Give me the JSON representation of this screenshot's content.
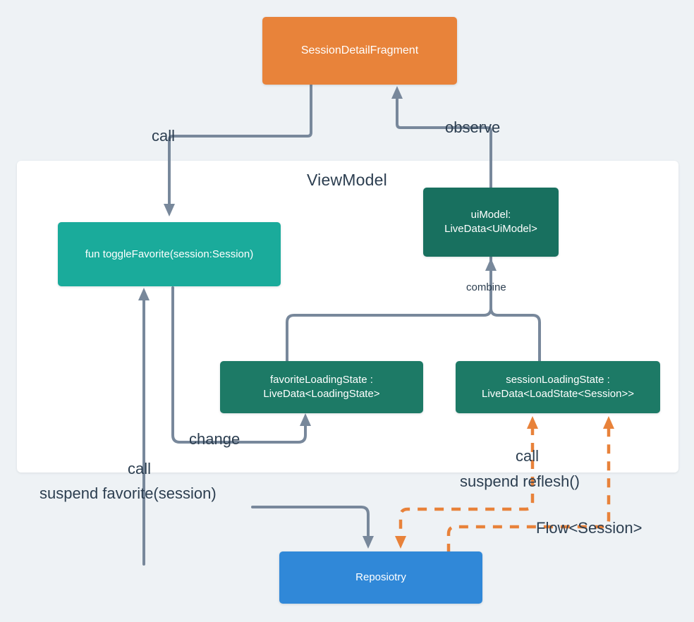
{
  "diagram": {
    "title": "Android ViewModel data flow diagram",
    "background_color": "#eef2f5",
    "panel": {
      "label": "ViewModel",
      "background_color": "#ffffff"
    },
    "nodes": {
      "fragment": {
        "label": "SessionDetailFragment",
        "color": "#e8833a"
      },
      "toggle_favorite": {
        "label": "fun toggleFavorite(session:Session)",
        "color": "#1aab9b"
      },
      "ui_model": {
        "label": "uiModel:\nLiveData<UiModel>",
        "color": "#18705f"
      },
      "favorite_loading_state": {
        "label": "favoriteLoadingState :\nLiveData<LoadingState>",
        "color": "#1d7a66"
      },
      "session_loading_state": {
        "label": "sessionLoadingState :\nLiveData<LoadState<Session>>",
        "color": "#1d7a66"
      },
      "repository": {
        "label": "Reposiotry",
        "color": "#3088d8"
      }
    },
    "edges": {
      "call_top": "call",
      "observe": "observe",
      "combine": "combine",
      "change": "change",
      "call_left": "call",
      "suspend_favorite": "suspend favorite(session)",
      "call_right": "call",
      "suspend_reflesh": "suspend reflesh()",
      "flow_session": "Flow<Session>"
    },
    "edge_colors": {
      "solid": "#78889b",
      "dashed": "#e8823a"
    }
  }
}
